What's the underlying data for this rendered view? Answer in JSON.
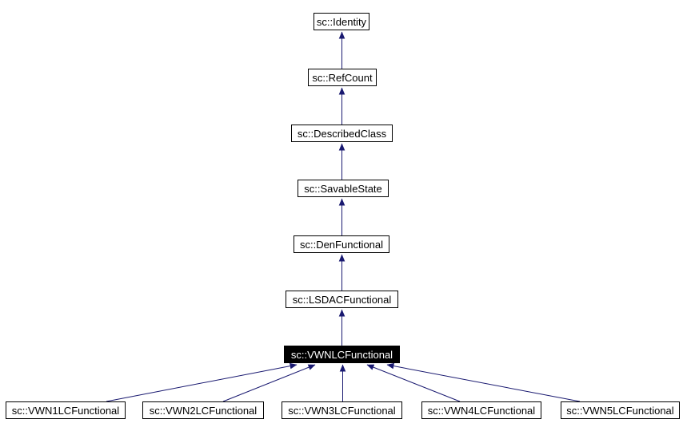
{
  "diagram": {
    "kind": "class-inheritance-graph",
    "nodes": [
      {
        "label": "sc::Identity",
        "role": "ancestor"
      },
      {
        "label": "sc::RefCount",
        "role": "ancestor"
      },
      {
        "label": "sc::DescribedClass",
        "role": "ancestor"
      },
      {
        "label": "sc::SavableState",
        "role": "ancestor"
      },
      {
        "label": "sc::DenFunctional",
        "role": "ancestor"
      },
      {
        "label": "sc::LSDACFunctional",
        "role": "ancestor"
      },
      {
        "label": "sc::VWNLCFunctional",
        "role": "current"
      },
      {
        "label": "sc::VWN1LCFunctional",
        "role": "derived"
      },
      {
        "label": "sc::VWN2LCFunctional",
        "role": "derived"
      },
      {
        "label": "sc::VWN3LCFunctional",
        "role": "derived"
      },
      {
        "label": "sc::VWN4LCFunctional",
        "role": "derived"
      },
      {
        "label": "sc::VWN5LCFunctional",
        "role": "derived"
      }
    ],
    "edges": [
      {
        "from": "sc::RefCount",
        "to": "sc::Identity"
      },
      {
        "from": "sc::DescribedClass",
        "to": "sc::RefCount"
      },
      {
        "from": "sc::SavableState",
        "to": "sc::DescribedClass"
      },
      {
        "from": "sc::DenFunctional",
        "to": "sc::SavableState"
      },
      {
        "from": "sc::LSDACFunctional",
        "to": "sc::DenFunctional"
      },
      {
        "from": "sc::VWNLCFunctional",
        "to": "sc::LSDACFunctional"
      },
      {
        "from": "sc::VWN1LCFunctional",
        "to": "sc::VWNLCFunctional"
      },
      {
        "from": "sc::VWN2LCFunctional",
        "to": "sc::VWNLCFunctional"
      },
      {
        "from": "sc::VWN3LCFunctional",
        "to": "sc::VWNLCFunctional"
      },
      {
        "from": "sc::VWN4LCFunctional",
        "to": "sc::VWNLCFunctional"
      },
      {
        "from": "sc::VWN5LCFunctional",
        "to": "sc::VWNLCFunctional"
      }
    ],
    "arrow_direction": "derived-to-base",
    "colors": {
      "edge": "#191970",
      "node_border": "#000000",
      "node_background": "#ffffff",
      "current_background": "#000000",
      "current_text": "#ffffff",
      "page_background": "#ffffff"
    }
  }
}
